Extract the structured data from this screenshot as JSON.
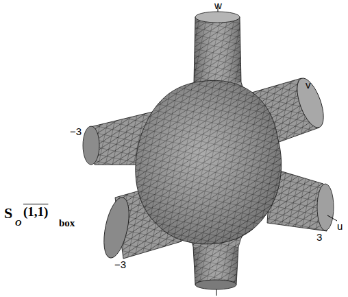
{
  "diagram": {
    "labels": [
      "w",
      "v",
      "−3",
      "u",
      "3",
      "−3",
      "S",
      "O",
      "(1,1)",
      "box"
    ]
  }
}
